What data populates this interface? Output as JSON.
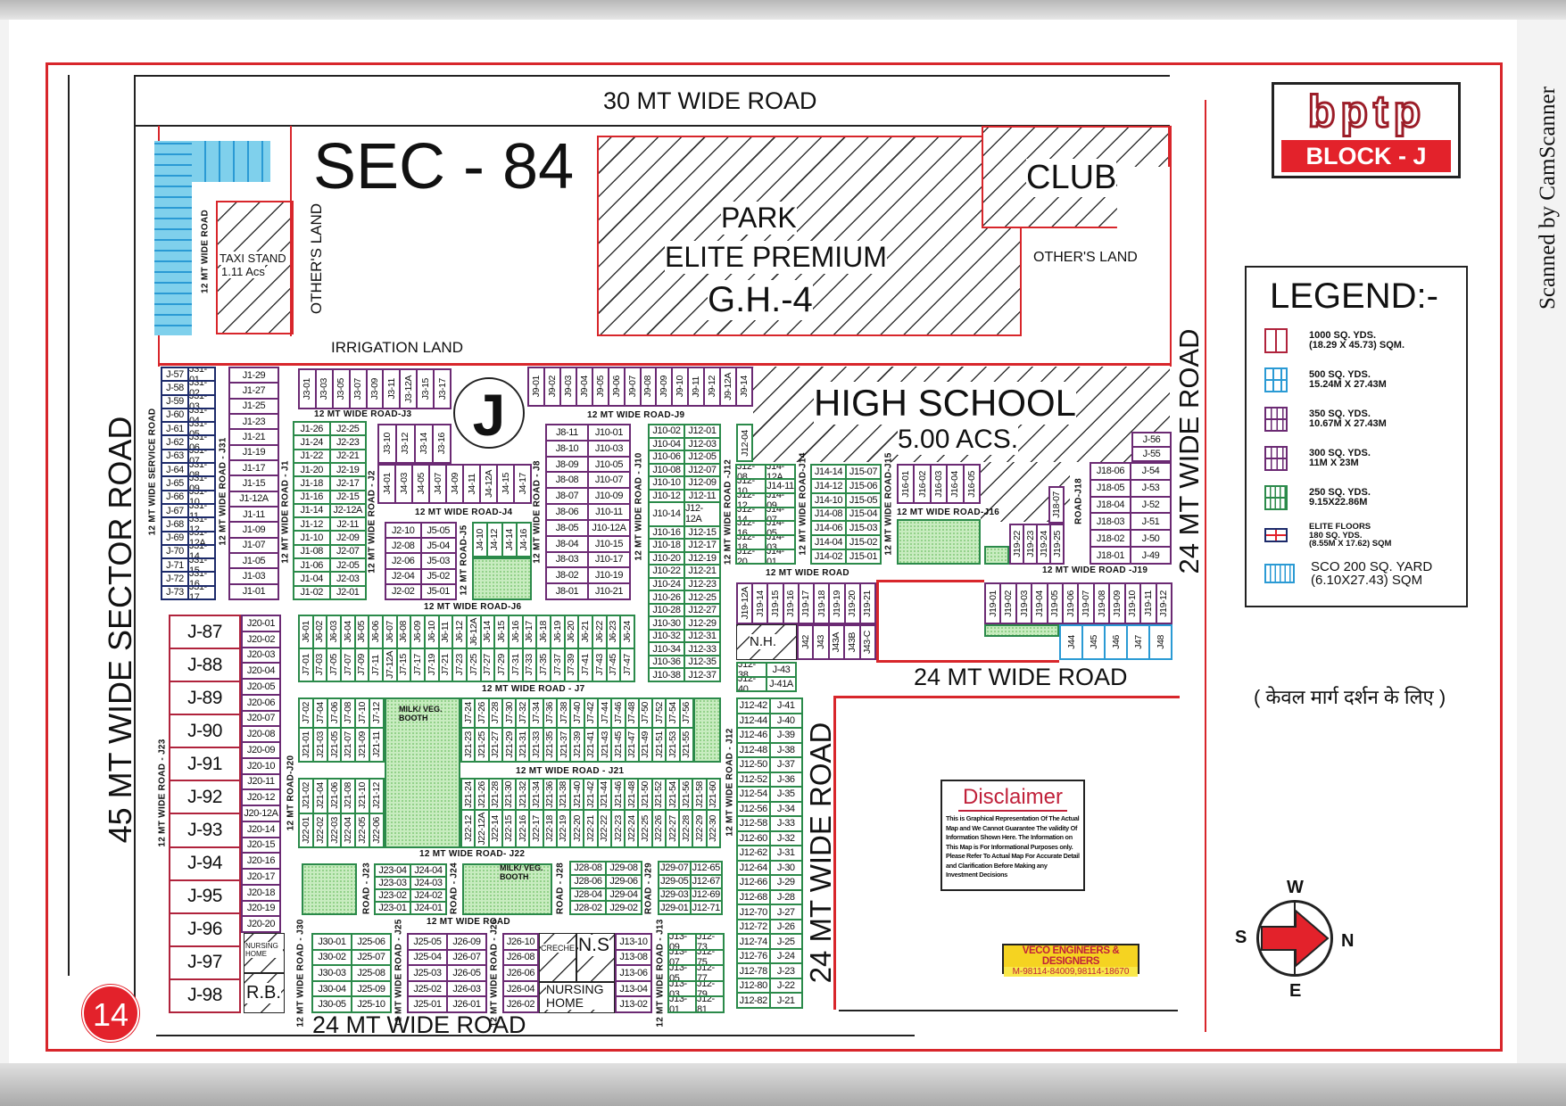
{
  "scanner_watermark": "Scanned by CamScanner",
  "logo": {
    "brand": "bptp",
    "block": "BLOCK - J"
  },
  "sector": "SEC - 84",
  "block_circle": "J",
  "sheet_number": "14",
  "roads": {
    "top": "30 MT WIDE ROAD",
    "left": "45 MT  WIDE  SECTOR ROAD",
    "right": "24 MT WIDE ROAD",
    "mid_h": "24 MT  WIDE ROAD",
    "mid_v": "24 MT WIDE ROAD",
    "bottom": "24 MT  WIDE ROAD",
    "service": "12 MT WIDE SERVICE ROAD",
    "taxi_road": "12 MT WIDE ROAD",
    "j31": "12 MT WIDE ROAD - J31",
    "j1": "12 MT WIDE ROAD - J1",
    "j2": "12 MT WIDE ROAD - J2",
    "j3": "12 MT WIDE ROAD-J3",
    "j4": "12 MT WIDE ROAD-J4",
    "j5": "12 MT ROAD-J5",
    "j6": "12 MT WIDE ROAD-J6",
    "j7": "12 MT WIDE ROAD - J7",
    "j8": "12 MT WIDE ROAD - J8",
    "j9": "12 MT WIDE ROAD-J9",
    "j10": "12 MT WIDE ROAD - J10",
    "j12": "12 MT WIDE ROAD -J12",
    "j12b": "12 MT WIDE ROAD - J12",
    "j14": "12 MT WIDE ROAD-J14",
    "j15": "12 MT WIDE ROAD-J15",
    "j16": "12 MT WIDE ROAD-J16",
    "j18": "ROAD-J18",
    "j19": "12 MT WIDE ROAD -J19",
    "j19_top": "12 MT WIDE ROAD",
    "j20": "12 MT ROAD-J20",
    "j21": "12 MT WIDE ROAD - J21",
    "j22": "12 MT WIDE ROAD- J22",
    "j23v": "12 MT WIDE ROAD - J23",
    "j23": "ROAD - J23",
    "j24": "ROAD - J24",
    "j28": "ROAD - J28",
    "j29": "ROAD - J29",
    "south": "12 MT WIDE ROAD",
    "j30": "12 MT WIDE ROAD - J30",
    "j25": "12 MT WIDE ROAD - J25",
    "j26": "12 MT WIDE ROAD - J26",
    "j13": "12 MT WIDE ROAD - J13"
  },
  "areas": {
    "taxi_stand": "TAXI STAND",
    "taxi_area": "1.11 Acs",
    "others_land_1": "OTHER'S LAND",
    "others_land_2": "OTHER'S LAND",
    "irrigation": "IRRIGATION LAND",
    "park": "PARK",
    "elite": "ELITE PREMIUM",
    "gh": "G.H.-4",
    "club": "CLUB",
    "school": "HIGH SCHOOL",
    "school_area": "5.00 ACS.",
    "nh": "N.H.",
    "milk_booth_1": "MILK/ VEG. BOOTH",
    "milk_booth_2": "MILK/ VEG. BOOTH",
    "nursing_home_1": "NURSING HOME",
    "rb": "R.B.",
    "creche": "CRECHE",
    "ns": "N.S",
    "nursing_home_2": "NURSING HOME"
  },
  "legend": {
    "title": "LEGEND:-",
    "items": [
      {
        "label": "1000 SQ. YDS.\n(18.29 X 45.73) SQM.",
        "color": "#b0233c"
      },
      {
        "label": "500 SQ. YDS.\n15.24M X 27.43M",
        "color": "#2a9ad4"
      },
      {
        "label": "350 SQ. YDS.\n10.67M X 27.43M",
        "color": "#6b2a73"
      },
      {
        "label": "300 SQ. YDS.\n11M X 23M",
        "color": "#6b2a73"
      },
      {
        "label": "250 SQ. YDS.\n9.15X22.86M",
        "color": "#2b8a4a"
      },
      {
        "label": "ELITE FLOORS\n180 SQ. YDS.\n(8.55M X 17.62) SQM",
        "color": "#1c2a6a"
      },
      {
        "label": "SCO 200 SQ. YARD\n(6.10X27.43) SQM",
        "color": "#2a9ad4"
      }
    ]
  },
  "hindi_note": "( केवल मार्ग दर्शन के लिए )",
  "disclaimer": {
    "title": "Disclaimer",
    "body": "This is Graphical Representation Of The Actual Map and We Cannot Guarantee The validity Of Information Shown Here. The Information on This Map is For Informational Purposes only. Please Refer To Actual Map For Accurate Detail and Clarification Before Making any Investment Decisions"
  },
  "designer": {
    "name": "VECO ENGINEERS & DESIGNERS",
    "phone": "M-98114-84009,98114-18670"
  },
  "compass": {
    "w": "W",
    "s": "S",
    "n": "N",
    "e": "E"
  },
  "plots": {
    "j31": [
      [
        "J-57",
        "J31-01"
      ],
      [
        "J-58",
        "J31-02"
      ],
      [
        "J-59",
        "J31-03"
      ],
      [
        "J-60",
        "J31-04"
      ],
      [
        "J-61",
        "J31-05"
      ],
      [
        "J-62",
        "J31-06"
      ],
      [
        "J-63",
        "J31-07"
      ],
      [
        "J-64",
        "J31-08"
      ],
      [
        "J-65",
        "J31-09"
      ],
      [
        "J-66",
        "J31-10"
      ],
      [
        "J-67",
        "J31-11"
      ],
      [
        "J-68",
        "J31-12"
      ],
      [
        "J-69",
        "J31-12A"
      ],
      [
        "J-70",
        "J31-14"
      ],
      [
        "J-71",
        "J31-15"
      ],
      [
        "J-72",
        "J31-16"
      ],
      [
        "J-73",
        "J31-17"
      ]
    ],
    "j1_odd": [
      "J1-29",
      "J1-27",
      "J1-25",
      "J1-23",
      "J1-21",
      "J1-19",
      "J1-17",
      "J1-15",
      "J1-12A",
      "J1-11",
      "J1-09",
      "J1-07",
      "J1-05",
      "J1-03",
      "J1-01"
    ],
    "j1_j2": [
      [
        "J1-26",
        "J2-25"
      ],
      [
        "J1-24",
        "J2-23"
      ],
      [
        "J1-22",
        "J2-21"
      ],
      [
        "J1-20",
        "J2-19"
      ],
      [
        "J1-18",
        "J2-17"
      ],
      [
        "J1-16",
        "J2-15"
      ],
      [
        "J1-14",
        "J2-12A"
      ],
      [
        "J1-12",
        "J2-11"
      ],
      [
        "J1-10",
        "J2-09"
      ],
      [
        "J1-08",
        "J2-07"
      ],
      [
        "J1-06",
        "J2-05"
      ],
      [
        "J1-04",
        "J2-03"
      ],
      [
        "J1-02",
        "J2-01"
      ]
    ],
    "j3_top": [
      "J3-01",
      "J3-03",
      "J3-05",
      "J3-07",
      "J3-09",
      "J3-11",
      "J3-12A",
      "J3-15",
      "J3-17"
    ],
    "j3_mid": [
      "J3-10",
      "J3-12",
      "J3-14",
      "J3-16"
    ],
    "j4_odd": [
      "J4-01",
      "J4-03",
      "J4-05",
      "J4-07",
      "J4-09",
      "J4-11",
      "J4-12A",
      "J4-15",
      "J4-17"
    ],
    "j2_j5": [
      [
        "J2-10",
        "J5-05"
      ],
      [
        "J2-08",
        "J5-04"
      ],
      [
        "J2-06",
        "J5-03"
      ],
      [
        "J2-04",
        "J5-02"
      ],
      [
        "J2-02",
        "J5-01"
      ]
    ],
    "j4_even": [
      "J4-10",
      "J4-12",
      "J4-14",
      "J4-16"
    ],
    "j9": [
      "J9-01",
      "J9-02",
      "J9-03",
      "J9-04",
      "J9-05",
      "J9-06",
      "J9-07",
      "J9-08",
      "J9-09",
      "J9-10",
      "J9-11",
      "J9-12",
      "J9-12A",
      "J9-14"
    ],
    "j8_j10": [
      [
        "J8-11",
        "J10-01"
      ],
      [
        "J8-10",
        "J10-03"
      ],
      [
        "J8-09",
        "J10-05"
      ],
      [
        "J8-08",
        "J10-07"
      ],
      [
        "J8-07",
        "J10-09"
      ],
      [
        "J8-06",
        "J10-11"
      ],
      [
        "J8-05",
        "J10-12A"
      ],
      [
        "J8-04",
        "J10-15"
      ],
      [
        "J8-03",
        "J10-17"
      ],
      [
        "J8-02",
        "J10-19"
      ],
      [
        "J8-01",
        "J10-21"
      ]
    ],
    "j10_j12": [
      [
        "J10-02",
        "J12-01"
      ],
      [
        "J10-04",
        "J12-03"
      ],
      [
        "J10-06",
        "J12-05"
      ],
      [
        "J10-08",
        "J12-07"
      ],
      [
        "J10-10",
        "J12-09"
      ],
      [
        "J10-12",
        "J12-11"
      ],
      [
        "J10-14",
        "J12-12A"
      ],
      [
        "J10-16",
        "J12-15"
      ],
      [
        "J10-18",
        "J12-17"
      ],
      [
        "J10-20",
        "J12-19"
      ],
      [
        "J10-22",
        "J12-21"
      ],
      [
        "J10-24",
        "J12-23"
      ],
      [
        "J10-26",
        "J12-25"
      ],
      [
        "J10-28",
        "J12-27"
      ],
      [
        "J10-30",
        "J12-29"
      ],
      [
        "J10-32",
        "J12-31"
      ],
      [
        "J10-34",
        "J12-33"
      ],
      [
        "J10-36",
        "J12-35"
      ],
      [
        "J10-38",
        "J12-37"
      ]
    ],
    "j12_04": [
      "J12-04"
    ],
    "j12_j14": [
      [
        "J12-08",
        "J14-12A"
      ],
      [
        "J12-10",
        "J14-11"
      ],
      [
        "J12-12",
        "J14-09"
      ],
      [
        "J12-14",
        "J14-07"
      ],
      [
        "J12-16",
        "J14-05"
      ],
      [
        "J12-18",
        "J14-03"
      ],
      [
        "J12-20",
        "J14-01"
      ]
    ],
    "j14_j15": [
      [
        "J14-14",
        "J15-07"
      ],
      [
        "J14-12",
        "J15-06"
      ],
      [
        "J14-10",
        "J15-05"
      ],
      [
        "J14-08",
        "J15-04"
      ],
      [
        "J14-06",
        "J15-03"
      ],
      [
        "J14-04",
        "J15-02"
      ],
      [
        "J14-02",
        "J15-01"
      ]
    ],
    "j16": [
      "J16-01",
      "J16-02",
      "J16-03",
      "J16-04",
      "J16-05"
    ],
    "j18_07": [
      "J18-07"
    ],
    "j19_22": [
      "J19-22",
      "J19-23",
      "J19-24",
      "J19-25"
    ],
    "j56": [
      "J-56",
      "J-55"
    ],
    "j18": [
      [
        "J18-06",
        "J-54"
      ],
      [
        "J18-05",
        "J-53"
      ],
      [
        "J18-04",
        "J-52"
      ],
      [
        "J18-03",
        "J-51"
      ],
      [
        "J18-02",
        "J-50"
      ],
      [
        "J18-01",
        "J-49"
      ]
    ],
    "j19_row": [
      "J19-01",
      "J19-02",
      "J19-03",
      "J19-04",
      "J19-05",
      "J19-06",
      "J19-07",
      "J19-08",
      "J19-09",
      "J19-10",
      "J19-11",
      "J19-12"
    ],
    "j44": [
      "J44",
      "J45",
      "J46",
      "J47",
      "J48"
    ],
    "j19_12a": [
      "J19-12A",
      "J19-14",
      "J19-15",
      "J19-16",
      "J19-17",
      "J19-18",
      "J19-19",
      "J19-20",
      "J19-21"
    ],
    "j42": [
      "J42",
      "J43",
      "J43A",
      "J43B",
      "J43-C"
    ],
    "j12_38": [
      [
        "J12-38",
        "J-43"
      ],
      [
        "J12-40",
        "J-41A"
      ]
    ],
    "j12_east": [
      [
        "J12-42",
        "J-41"
      ],
      [
        "J12-44",
        "J-40"
      ],
      [
        "J12-46",
        "J-39"
      ],
      [
        "J12-48",
        "J-38"
      ],
      [
        "J12-50",
        "J-37"
      ],
      [
        "J12-52",
        "J-36"
      ],
      [
        "J12-54",
        "J-35"
      ],
      [
        "J12-56",
        "J-34"
      ],
      [
        "J12-58",
        "J-33"
      ],
      [
        "J12-60",
        "J-32"
      ],
      [
        "J12-62",
        "J-31"
      ],
      [
        "J12-64",
        "J-30"
      ],
      [
        "J12-66",
        "J-29"
      ],
      [
        "J12-68",
        "J-28"
      ],
      [
        "J12-70",
        "J-27"
      ],
      [
        "J12-72",
        "J-26"
      ],
      [
        "J12-74",
        "J-25"
      ],
      [
        "J12-76",
        "J-24"
      ],
      [
        "J12-78",
        "J-23"
      ],
      [
        "J12-80",
        "J-22"
      ],
      [
        "J12-82",
        "J-21"
      ]
    ],
    "j6_j7": [
      [
        "J6-01",
        "J6-02",
        "J6-03",
        "J6-04",
        "J6-05",
        "J6-06",
        "J6-07",
        "J6-08",
        "J6-09",
        "J6-10",
        "J6-11",
        "J6-12",
        "J6-12A",
        "J6-14",
        "J6-15",
        "J6-16",
        "J6-17",
        "J6-18",
        "J6-19",
        "J6-20",
        "J6-21",
        "J6-22",
        "J6-23",
        "J6-24"
      ],
      [
        "J7-01",
        "J7-03",
        "J7-05",
        "J7-07",
        "J7-09",
        "J7-11",
        "J7-12A",
        "J7-15",
        "J7-17",
        "J7-19",
        "J7-21",
        "J7-23",
        "J7-25",
        "J7-27",
        "J7-29",
        "J7-31",
        "J7-33",
        "J7-35",
        "J7-37",
        "J7-39",
        "J7-41",
        "J7-43",
        "J7-45",
        "J7-47"
      ]
    ],
    "j7_j21_left": [
      [
        "J7-02",
        "J7-04",
        "J7-06",
        "J7-08",
        "J7-10",
        "J7-12"
      ],
      [
        "J21-01",
        "J21-03",
        "J21-05",
        "J21-07",
        "J21-09",
        "J21-11"
      ]
    ],
    "j7_j21_right": [
      [
        "J7-24",
        "J7-26",
        "J7-28",
        "J7-30",
        "J7-32",
        "J7-34",
        "J7-36",
        "J7-38",
        "J7-40",
        "J7-42",
        "J7-44",
        "J7-46",
        "J7-48",
        "J7-50",
        "J7-52",
        "J7-54",
        "J7-56"
      ],
      [
        "J21-23",
        "J21-25",
        "J21-27",
        "J21-29",
        "J21-31",
        "J21-33",
        "J21-35",
        "J21-37",
        "J21-39",
        "J21-41",
        "J21-43",
        "J21-45",
        "J21-47",
        "J21-49",
        "J21-51",
        "J21-53",
        "J21-55"
      ]
    ],
    "j21_j22_left": [
      [
        "J21-02",
        "J21-04",
        "J21-06",
        "J21-08",
        "J21-10",
        "J21-12"
      ],
      [
        "J22-01",
        "J22-02",
        "J22-03",
        "J22-04",
        "J22-05",
        "J22-06"
      ]
    ],
    "j21_j22_right": [
      [
        "J21-24",
        "J21-26",
        "J21-28",
        "J21-30",
        "J21-32",
        "J21-34",
        "J21-36",
        "J21-38",
        "J21-40",
        "J21-42",
        "J21-44",
        "J21-46",
        "J21-48",
        "J21-50",
        "J21-52",
        "J21-54",
        "J21-56",
        "J21-58",
        "J21-60"
      ],
      [
        "J22-12",
        "J22-12A",
        "J22-14",
        "J22-15",
        "J22-16",
        "J22-17",
        "J22-18",
        "J22-19",
        "J22-20",
        "J22-21",
        "J22-22",
        "J22-23",
        "J22-24",
        "J22-25",
        "J22-26",
        "J22-27",
        "J22-28",
        "J22-29",
        "J22-30"
      ]
    ],
    "j87": [
      "J-87",
      "J-88",
      "J-89",
      "J-90",
      "J-91",
      "J-92",
      "J-93",
      "J-94",
      "J-95",
      "J-96",
      "J-97",
      "J-98"
    ],
    "j20": [
      "J20-01",
      "J20-02",
      "J20-03",
      "J20-04",
      "J20-05",
      "J20-06",
      "J20-07",
      "J20-08",
      "J20-09",
      "J20-10",
      "J20-11",
      "J20-12",
      "J20-12A",
      "J20-14",
      "J20-15",
      "J20-16",
      "J20-17",
      "J20-18",
      "J20-19",
      "J20-20"
    ],
    "j23_j24": [
      [
        "J23-04",
        "J24-04"
      ],
      [
        "J23-03",
        "J24-03"
      ],
      [
        "J23-02",
        "J24-02"
      ],
      [
        "J23-01",
        "J24-01"
      ]
    ],
    "j28_j29": [
      [
        "J28-08",
        "J29-08"
      ],
      [
        "J28-06",
        "J29-06"
      ],
      [
        "J28-04",
        "J29-04"
      ],
      [
        "J28-02",
        "J29-02"
      ]
    ],
    "j29_j12": [
      [
        "J29-07",
        "J12-65"
      ],
      [
        "J29-05",
        "J12-67"
      ],
      [
        "J29-03",
        "J12-69"
      ],
      [
        "J29-01",
        "J12-71"
      ]
    ],
    "j30_j25": [
      [
        "J30-01",
        "J25-06"
      ],
      [
        "J30-02",
        "J25-07"
      ],
      [
        "J30-03",
        "J25-08"
      ],
      [
        "J30-04",
        "J25-09"
      ],
      [
        "J30-05",
        "J25-10"
      ]
    ],
    "j25_j26": [
      [
        "J25-05",
        "J26-09"
      ],
      [
        "J25-04",
        "J26-07"
      ],
      [
        "J25-03",
        "J26-05"
      ],
      [
        "J25-02",
        "J26-03"
      ],
      [
        "J25-01",
        "J26-01"
      ]
    ],
    "j26_even": [
      "J26-10",
      "J26-08",
      "J26-06",
      "J26-04",
      "J26-02"
    ],
    "j13_even": [
      "J13-10",
      "J13-08",
      "J13-06",
      "J13-04",
      "J13-02"
    ],
    "j13_j12": [
      [
        "J13-09",
        "J12-73"
      ],
      [
        "J13-07",
        "J12-75"
      ],
      [
        "J13-05",
        "J12-77"
      ],
      [
        "J13-03",
        "J12-79"
      ],
      [
        "J13-01",
        "J12-81"
      ]
    ]
  }
}
